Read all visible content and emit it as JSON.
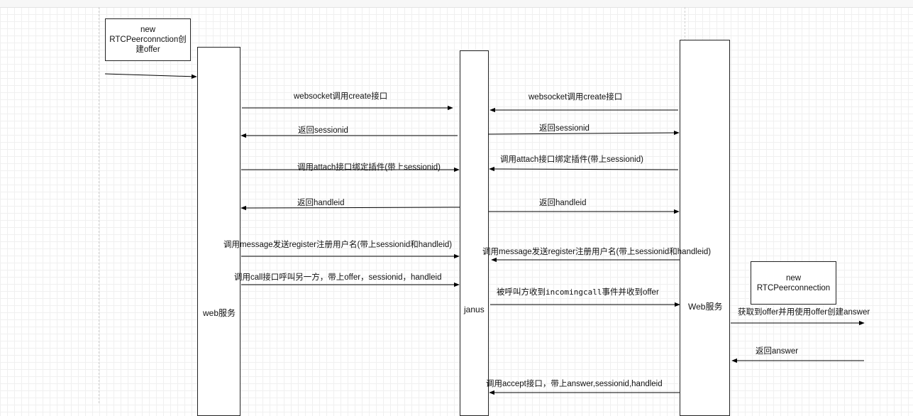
{
  "notes": {
    "left": "new\nRTCPeerconnction创建offer",
    "right": "new\nRTCPeerconnection"
  },
  "lifelines": {
    "web": "web服务",
    "janus": "janus",
    "web2": "Web服务"
  },
  "messages": {
    "m1": "websocket调用create接口",
    "m2": "websocket调用create接口",
    "m3": "返回sessionid",
    "m4": "返回sessionid",
    "m5": "调用attach接口绑定插件(带上sessionid)",
    "m6": "调用attach接口绑定插件(带上sessionid)",
    "m7": "返回handleid",
    "m8": "返回handleid",
    "m9": "调用message发送register注册用户名(带上sessionid和handleid)",
    "m10": "调用message发送register注册用户名(带上sessionid和handleid)",
    "m11": "调用call接口呼叫另一方，带上offer，sessionid，handleid",
    "m12_pre": "被呼叫方收到",
    "m12_code": "incomingcall",
    "m12_post": "事件并收到offer",
    "m13": "获取到offer并用使用offer创建answer",
    "m14": "返回answer",
    "m15": "调用accept接口，带上answer,sessionid,handleid"
  }
}
